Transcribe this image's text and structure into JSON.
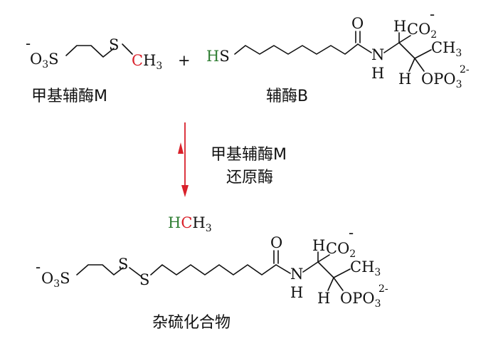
{
  "colors": {
    "text": "#111111",
    "carbon": "#d9202a",
    "hydrogen": "#2e7d32",
    "arrow": "#d9202a"
  },
  "labels": {
    "methyl_com": "甲基辅酶M",
    "com_b": "辅酶B",
    "enzyme_line1": "甲基辅酶M",
    "enzyme_line2": "还原酶",
    "heterodisulfide": "杂硫化合物"
  },
  "plus": "+",
  "atoms": {
    "minus": "-",
    "O": "O",
    "three": "3",
    "S": "S",
    "C": "C",
    "H": "H",
    "N": "N",
    "CO": "CO",
    "two": "2",
    "CH": "CH",
    "OPO": "OPO",
    "two_minus": "2-"
  }
}
